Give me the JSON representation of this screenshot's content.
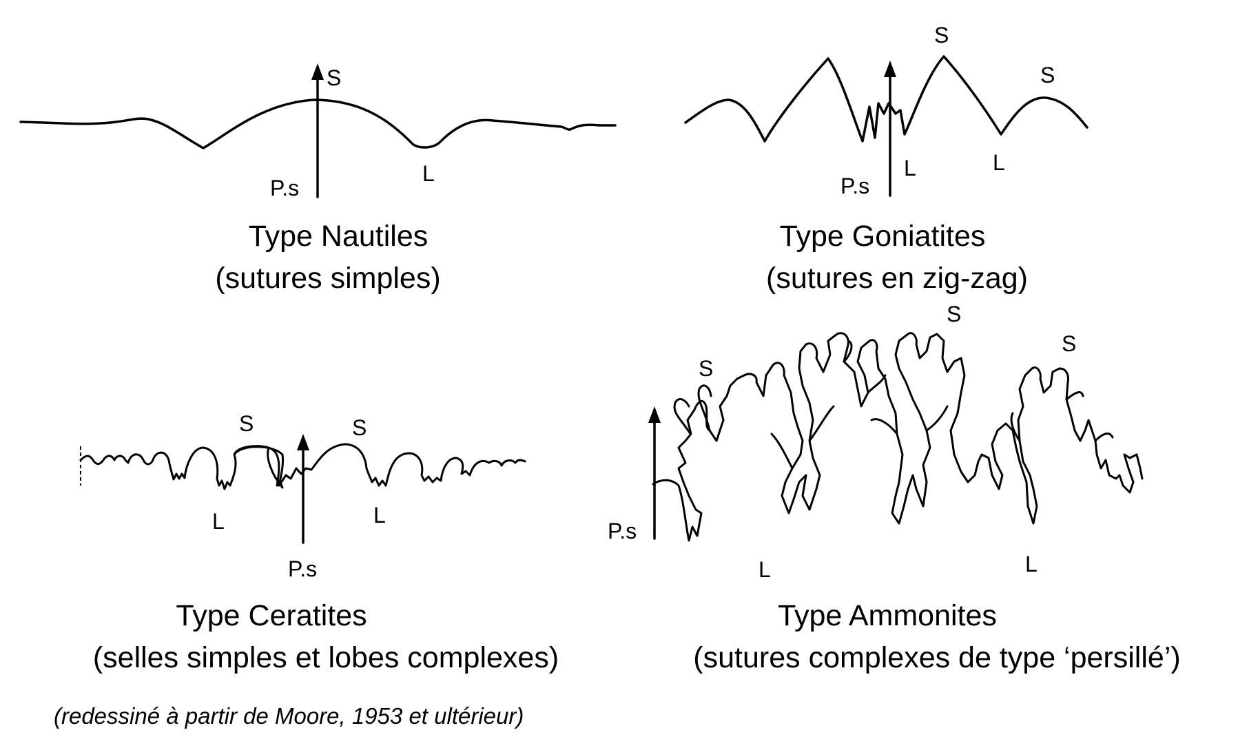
{
  "panels": {
    "nautiles": {
      "title": "Type Nautiles",
      "subtitle": "(sutures simples)",
      "labels": {
        "s": "S",
        "l": "L",
        "ps": "P.s"
      }
    },
    "goniatites": {
      "title": "Type Goniatites",
      "subtitle": "(sutures en zig-zag)",
      "labels": {
        "s1": "S",
        "s2": "S",
        "l1": "L",
        "l2": "L",
        "ps": "P.s"
      }
    },
    "ceratites": {
      "title": "Type Ceratites",
      "subtitle": "(selles simples et lobes complexes)",
      "labels": {
        "s1": "S",
        "s2": "S",
        "l1": "L",
        "l2": "L",
        "ps": "P.s"
      }
    },
    "ammonites": {
      "title": "Type Ammonites",
      "subtitle": "(sutures complexes de type ‘persillé’)",
      "labels": {
        "s1": "S",
        "s2": "S",
        "s3": "S",
        "l1": "L",
        "l2": "L",
        "ps": "P.s"
      }
    }
  },
  "footnote": "(redessiné à partir de Moore, 1953 et ultérieur)"
}
